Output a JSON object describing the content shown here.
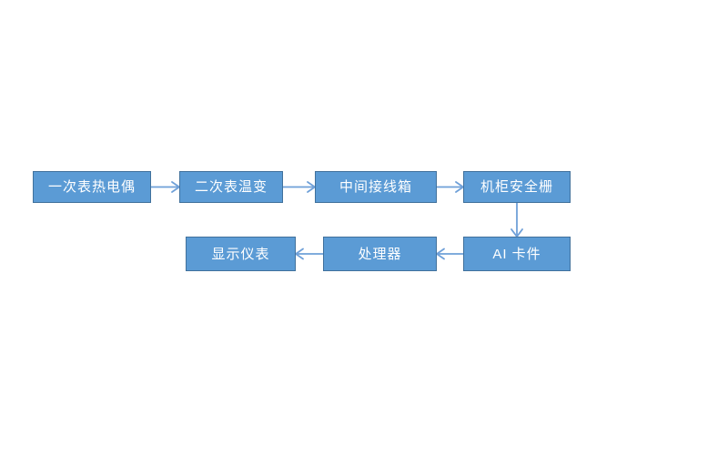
{
  "diagram": {
    "type": "flowchart",
    "colors": {
      "node_fill": "#5B9BD5",
      "node_border": "#41719C",
      "node_text": "#FFFFFF",
      "arrow": "#6FA0D8",
      "background": "#FFFFFF"
    },
    "nodes": [
      {
        "id": "primary-thermocouple",
        "label": "一次表热电偶"
      },
      {
        "id": "secondary-temperature-transmitter",
        "label": "二次表温变"
      },
      {
        "id": "intermediate-junction-box",
        "label": "中间接线箱"
      },
      {
        "id": "cabinet-safety-barrier",
        "label": "机柜安全栅"
      },
      {
        "id": "display-instrument",
        "label": "显示仪表"
      },
      {
        "id": "processor",
        "label": "处理器"
      },
      {
        "id": "ai-card",
        "label": "AI 卡件"
      }
    ],
    "edges": [
      {
        "from": "一次表热电偶",
        "to": "二次表温变",
        "direction": "right"
      },
      {
        "from": "二次表温变",
        "to": "中间接线箱",
        "direction": "right"
      },
      {
        "from": "中间接线箱",
        "to": "机柜安全栅",
        "direction": "right"
      },
      {
        "from": "机柜安全栅",
        "to": "AI 卡件",
        "direction": "down"
      },
      {
        "from": "AI 卡件",
        "to": "处理器",
        "direction": "left"
      },
      {
        "from": "处理器",
        "to": "显示仪表",
        "direction": "left"
      }
    ]
  }
}
